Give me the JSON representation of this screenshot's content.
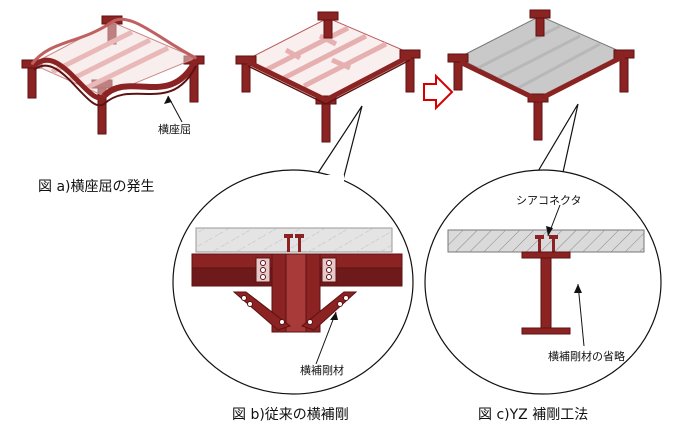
{
  "figure_a": {
    "annotation": "横座屈",
    "caption": "図 a)横座屈の発生"
  },
  "figure_b": {
    "annotation": "横補剛材",
    "caption": "図 b)従来の横補剛"
  },
  "figure_c": {
    "annotation_top": "シアコネクタ",
    "annotation_bottom": "横補剛材の省略",
    "caption": "図 c)YZ 補剛工法"
  },
  "colors": {
    "steel": "#8b2323",
    "steel_dark": "#5e1212",
    "steel_light": "#e3b4b4",
    "arrow": "#d40000",
    "slab": "#d8d8d8"
  }
}
